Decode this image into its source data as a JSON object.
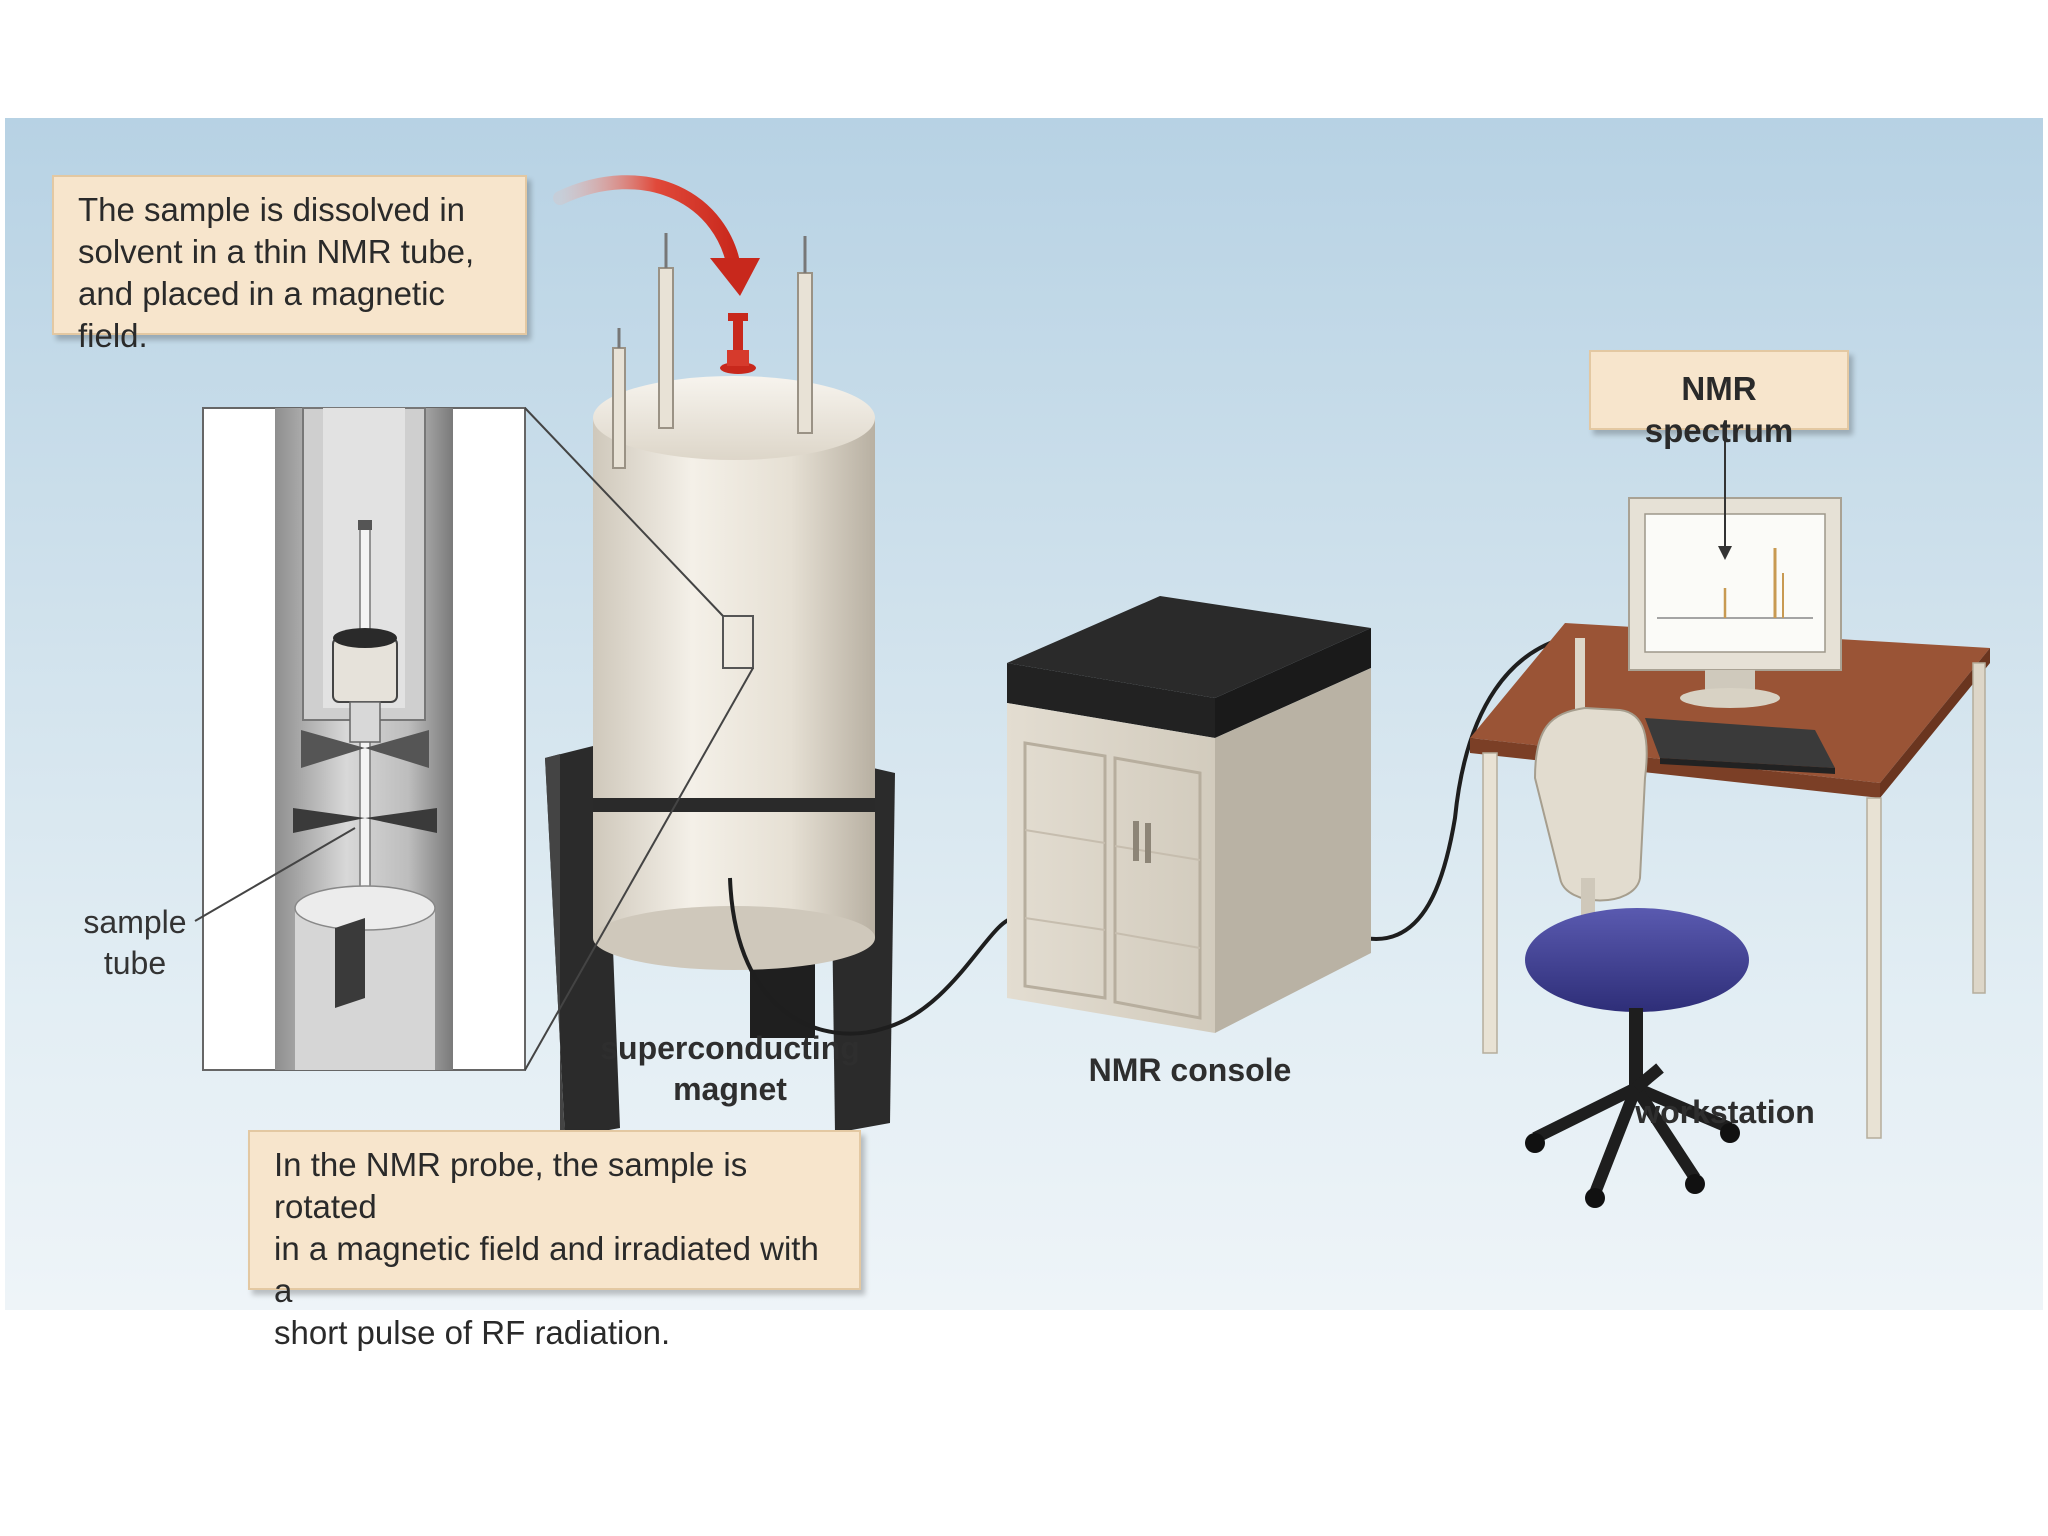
{
  "callouts": {
    "sample_prep": "The sample is dissolved in\nsolvent in a thin NMR tube,\nand placed in a magnetic field.",
    "nmr_probe": "In the NMR probe, the sample is rotated\nin a magnetic field and irradiated with a\nshort pulse of RF radiation.",
    "nmr_spectrum": "NMR spectrum"
  },
  "labels": {
    "sample_tube": "sample\ntube",
    "magnet": "superconducting\nmagnet",
    "console": "NMR console",
    "workstation": "workstation"
  },
  "colors": {
    "callout_fill": "#f7e5cc",
    "magnet_body": "#e9e4da",
    "magnet_legs": "#2b2b2b",
    "arrow": "#d43224",
    "chair_seat": "#3b3b8f",
    "desk_top": "#9a5436"
  }
}
